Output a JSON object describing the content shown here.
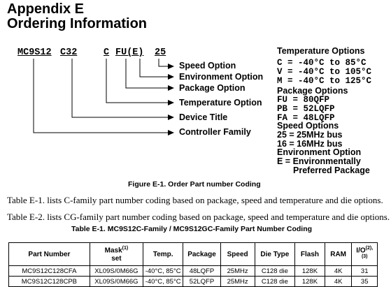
{
  "heading": {
    "line1": "Appendix E",
    "line2": "Ordering Information"
  },
  "part_code": {
    "p1": "MC9S12",
    "p2": "C32",
    "p3": "C",
    "p4": "FU(E)",
    "p5": "25"
  },
  "option_labels": {
    "speed": "Speed Option",
    "environment": "Environment Option",
    "package": "Package Option",
    "temperature": "Temperature Option",
    "device": "Device Title",
    "controller": "Controller Family"
  },
  "legend": {
    "temperature_title": "Temperature Options",
    "temperature_items": [
      "C = -40°C to  85°C",
      "V = -40°C to 105°C",
      "M = -40°C to 125°C"
    ],
    "package_title": "Package Options",
    "package_items": [
      "FU =  80QFP",
      "PB =  52LQFP",
      "FA =  48LQFP"
    ],
    "speed_title": "Speed Options",
    "speed_items": [
      "25 = 25MHz bus",
      "16 = 16MHz bus"
    ],
    "environment_title": "Environment Option",
    "environment_items": [
      "E = Environmentally",
      "Preferred Package"
    ]
  },
  "figure_caption": "Figure E-1. Order Part number Coding",
  "para1": "Table E-1. lists C-family part number coding based on package, speed and temperature and die options.",
  "para2": "Table E-2. lists CG-family part number coding based on package, speed and temperature and die options.",
  "table_title": "Table E-1. MC9S12C-Family / MC9S12GC-Family Part Number Coding",
  "table": {
    "headers": {
      "part": "Part Number",
      "mask": "Mask",
      "mask_sup": "(1)",
      "mask2": "set",
      "temp": "Temp.",
      "package": "Package",
      "speed": "Speed",
      "die": "Die Type",
      "flash": "Flash",
      "ram": "RAM",
      "io": "I/O",
      "io_sup": "(2),",
      "io2": "(3)"
    },
    "rows": [
      {
        "part": "MC9S12C128CFA",
        "mask": "XL09S/0M66G",
        "temp": "-40°C, 85°C",
        "package": "48LQFP",
        "speed": "25MHz",
        "die": "C128 die",
        "flash": "128K",
        "ram": "4K",
        "io": "31"
      },
      {
        "part": "MC9S12C128CPB",
        "mask": "XL09S/0M66G",
        "temp": "-40°C, 85°C",
        "package": "52LQFP",
        "speed": "25MHz",
        "die": "C128 die",
        "flash": "128K",
        "ram": "4K",
        "io": "35"
      }
    ]
  }
}
